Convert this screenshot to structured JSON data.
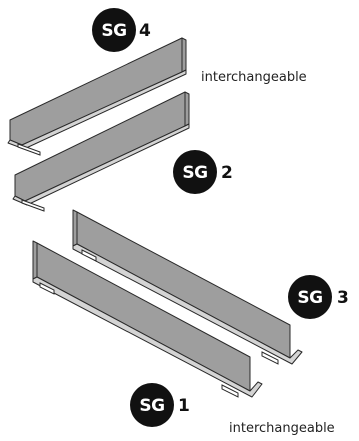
{
  "badges": [
    {
      "code": "SG",
      "number": "4"
    },
    {
      "code": "SG",
      "number": "2"
    },
    {
      "code": "SG",
      "number": "3"
    },
    {
      "code": "SG",
      "number": "1"
    }
  ],
  "notes": {
    "top": "interchangeable",
    "bottom": "interchangeable"
  },
  "colors": {
    "part_face": "#9e9e9e",
    "part_edge": "#d4d4d4",
    "outline": "#2a2a2a",
    "badge": "#111111"
  }
}
